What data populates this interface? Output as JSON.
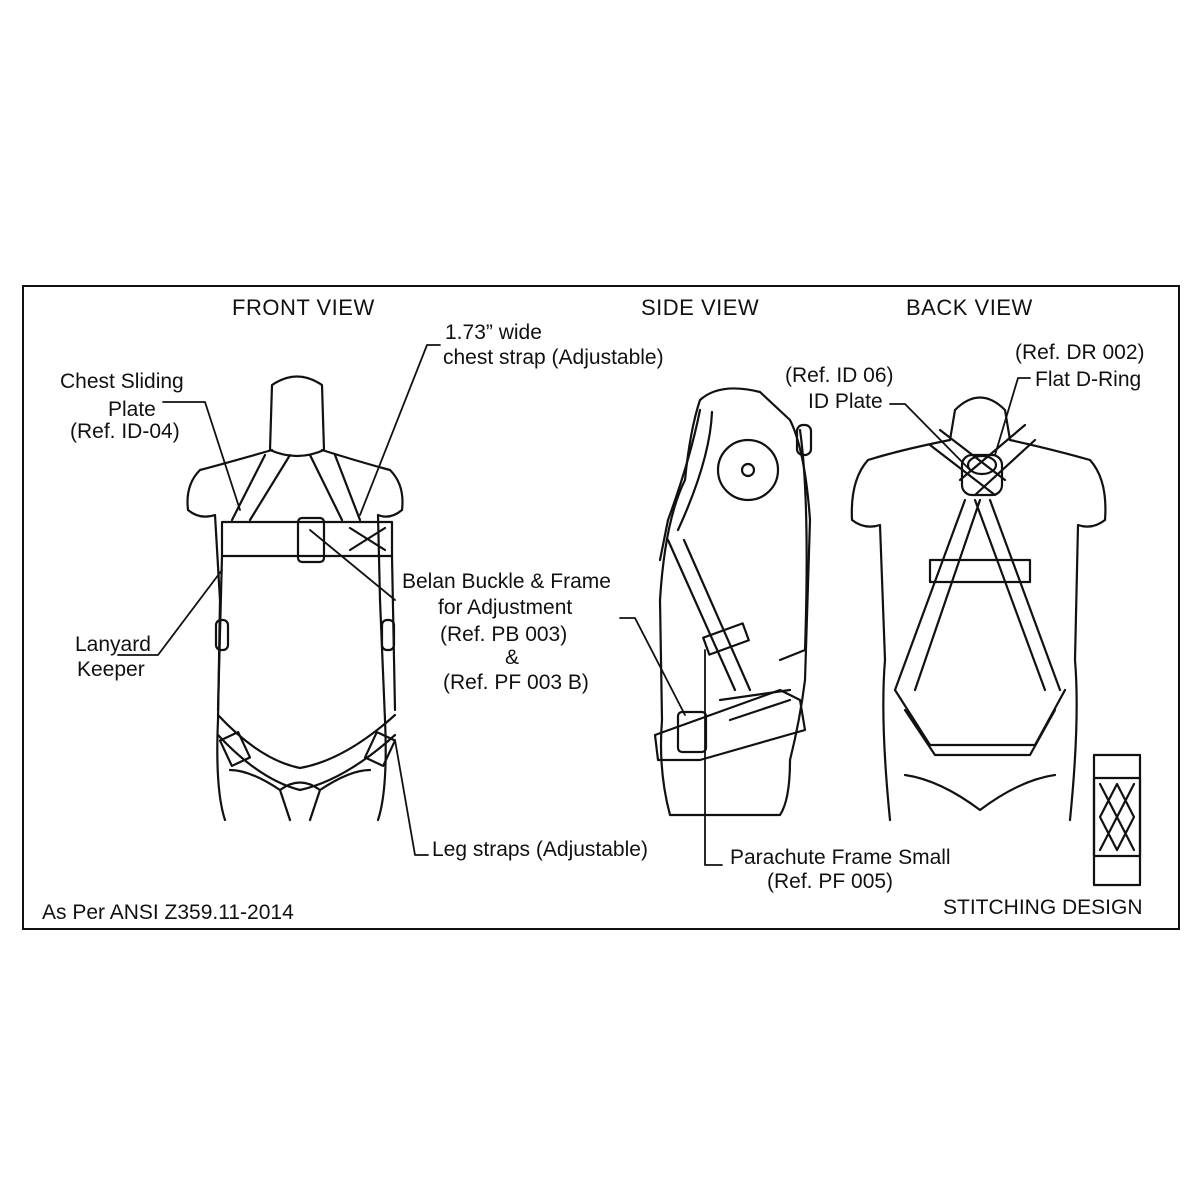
{
  "views": {
    "front": "FRONT VIEW",
    "side": "SIDE VIEW",
    "back": "BACK VIEW"
  },
  "callouts": {
    "chest_strap": [
      "1.73” wide",
      "chest strap (Adjustable)"
    ],
    "chest_plate": [
      "Chest Sliding",
      "Plate",
      "(Ref. ID-04)"
    ],
    "id_plate": [
      "(Ref. ID 06)",
      "ID Plate"
    ],
    "d_ring": [
      "(Ref. DR 002)",
      "Flat D-Ring"
    ],
    "buckle": [
      "Belan Buckle & Frame",
      "for Adjustment",
      "(Ref. PB 003)",
      "&",
      "(Ref. PF 003 B)"
    ],
    "lanyard_keeper": [
      "Lanyard",
      "Keeper"
    ],
    "leg_straps": "Leg straps (Adjustable)",
    "parachute_frame": [
      "Parachute Frame Small",
      "(Ref. PF 005)"
    ]
  },
  "footer": {
    "standard": "As Per ANSI Z359.11-2014",
    "stitching": "STITCHING DESIGN"
  }
}
